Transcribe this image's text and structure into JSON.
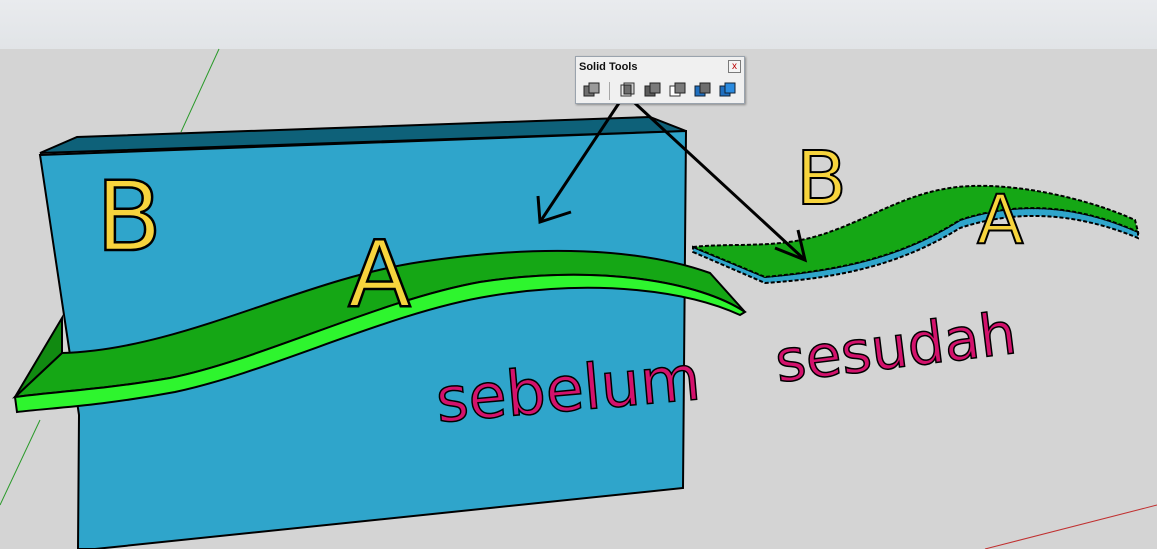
{
  "app": {
    "window_title": ""
  },
  "toolbar": {
    "title": "Solid Tools",
    "close_glyph": "x",
    "tools": [
      {
        "name": "outer-shell-icon"
      },
      {
        "name": "intersect-icon"
      },
      {
        "name": "union-icon"
      },
      {
        "name": "subtract-icon"
      },
      {
        "name": "trim-icon"
      },
      {
        "name": "split-icon"
      }
    ]
  },
  "scene": {
    "label_b_left": "B",
    "label_a_left": "A",
    "label_b_right": "B",
    "label_a_right": "A",
    "caption_before": "sebelum",
    "caption_after": "sesudah",
    "colors": {
      "box_face": "#2fa5cb",
      "box_top": "#0e6179",
      "strip_top": "#13a413",
      "strip_edge": "#2ef52e",
      "letter_fill": "#f7d43d",
      "caption": "#d3126c",
      "background": "#d4d4d4",
      "sky": "#e5e7ea"
    }
  }
}
